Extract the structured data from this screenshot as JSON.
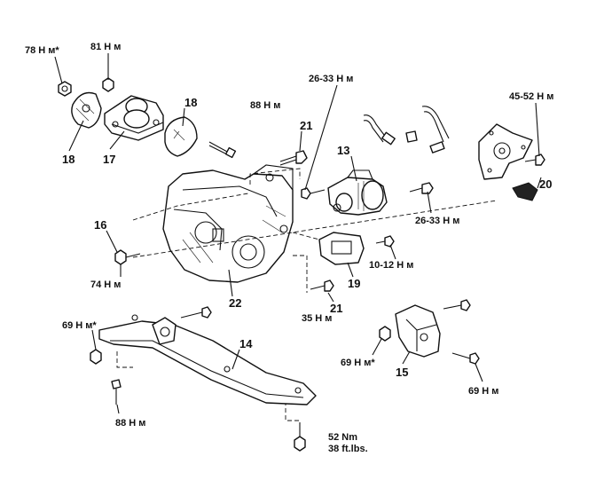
{
  "torque_labels": {
    "t78": "78 Н м*",
    "t81": "81 Н м",
    "t88_top": "88 Н м",
    "t26_33_top": "26-33 Н м",
    "t45_52": "45-52 Н м",
    "t26_33_right": "26-33 Н м",
    "t10_12": "10-12 Н м",
    "t74": "74 Н м",
    "t35": "35 Н м",
    "t69_left": "69 Н м*",
    "t69_mid": "69 Н м*",
    "t69_right": "69 Н м",
    "t88_bottom": "88 Н м",
    "t52_nm": "52 Nm",
    "t38_ftlbs": "38 ft.lbs."
  },
  "part_numbers": {
    "p18a": "18",
    "p17": "17",
    "p18b": "18",
    "p21a": "21",
    "p13": "13",
    "p20": "20",
    "p16": "16",
    "p19": "19",
    "p21b": "21",
    "p22": "22",
    "p14": "14",
    "p15": "15"
  }
}
